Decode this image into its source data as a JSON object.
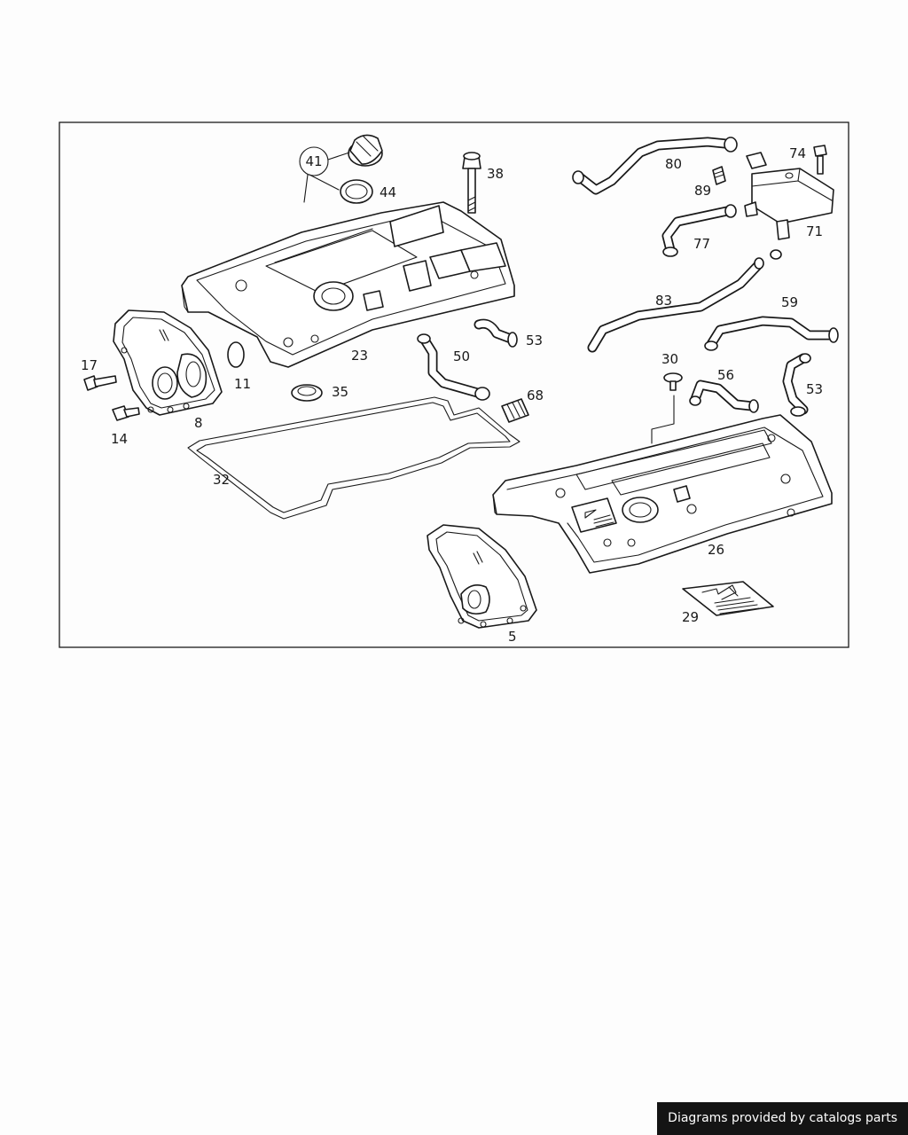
{
  "labels": {
    "l41": "41",
    "l44": "44",
    "l38": "38",
    "l80": "80",
    "l74": "74",
    "l89": "89",
    "l77": "77",
    "l71": "71",
    "l83": "83",
    "l59": "59",
    "l53a": "53",
    "l23": "23",
    "l50": "50",
    "l17": "17",
    "l11": "11",
    "l35": "35",
    "l30": "30",
    "l56": "56",
    "l53b": "53",
    "l68": "68",
    "l8": "8",
    "l14": "14",
    "l32": "32",
    "l26": "26",
    "l29": "29",
    "l5": "5"
  },
  "credit": "Diagrams provided by catalogs parts"
}
